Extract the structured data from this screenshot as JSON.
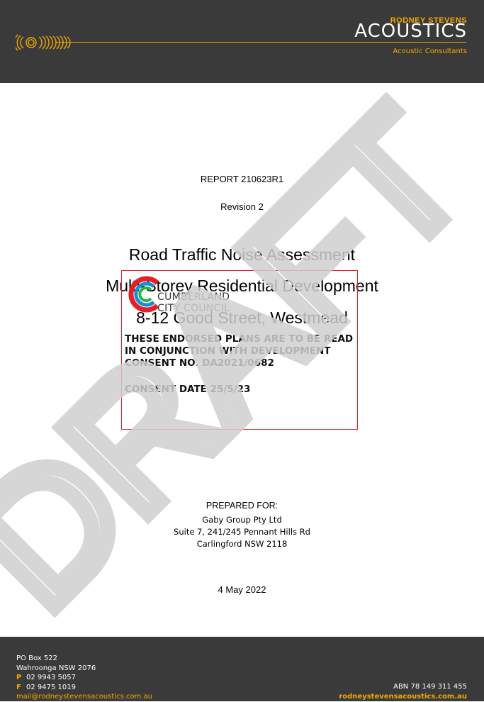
{
  "header": {
    "brand_top": "RODNEY STEVENS",
    "brand_main": "ACOUSTICS",
    "brand_sub": "Acoustic Consultants",
    "accent_color": "#f2a900"
  },
  "watermark": "DRAFT",
  "report": {
    "number": "REPORT 210623R1",
    "revision": "Revision 2",
    "title_line1": "Road Traffic Noise Assessment",
    "title_line2": "Multi-Storey Residential Development",
    "title_line3": "8-12 Good Street, Westmead"
  },
  "stamp": {
    "council_line1": "CUMBERLAND",
    "council_line2": "CITY COUNCIL",
    "text_line1": "THESE ENDORSED PLANS ARE TO BE READ",
    "text_line2": "IN CONJUNCTION WITH DEVELOPMENT",
    "text_line3": "CONSENT NO. DA2021/0682",
    "consent_date": "CONSENT DATE 25/5/23",
    "border_color": "#e4202a"
  },
  "prepared": {
    "label": "PREPARED FOR:",
    "client_name": "Gaby Group Pty Ltd",
    "address_line1": "Suite 7, 241/245 Pennant Hills Rd",
    "address_line2": "Carlingford NSW 2118"
  },
  "date": "4 May 2022",
  "footer": {
    "po_box": "PO Box 522",
    "suburb": "Wahroonga NSW 2076",
    "phone_label": "P",
    "phone": "02 9943 5057",
    "fax_label": "F",
    "fax": "02 9475 1019",
    "email": "mail@rodneystevensacoustics.com.au",
    "abn": "ABN 78 149 311 455",
    "website": "rodneystevensacoustics.com.au"
  }
}
